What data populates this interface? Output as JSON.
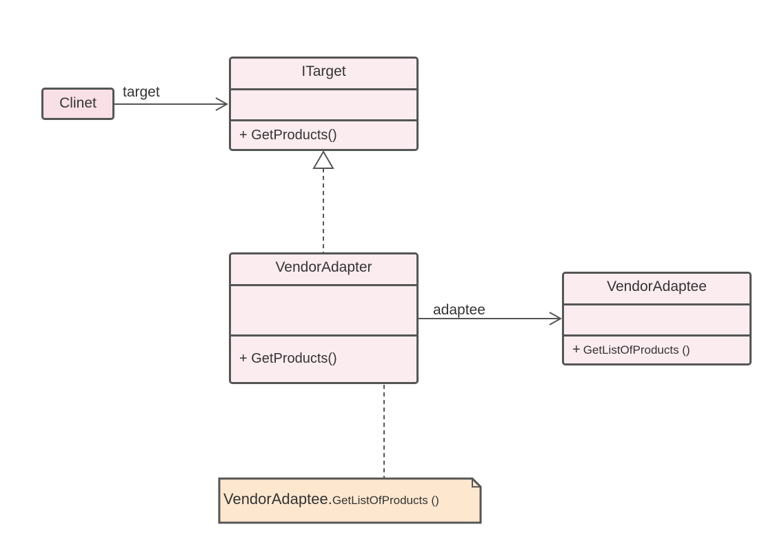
{
  "client": {
    "name": "Clinet"
  },
  "itarget": {
    "name": "ITarget",
    "method": "+ GetProducts()"
  },
  "vendor_adapter": {
    "name": "VendorAdapter",
    "method": "+ GetProducts()"
  },
  "vendor_adaptee": {
    "name": "VendorAdaptee",
    "method_prefix": "+",
    "method": "GetListOfProducts ()"
  },
  "associations": {
    "target_label": "target",
    "adaptee_label": "adaptee"
  },
  "note": {
    "class_part": "VendorAdaptee.",
    "method_part": "GetListOfProducts ()"
  },
  "colors": {
    "stroke": "#555555",
    "class_fill": "#fbecf0",
    "client_fill": "#f8e0e6",
    "note_fill": "#fde8cf",
    "text": "#333333"
  }
}
